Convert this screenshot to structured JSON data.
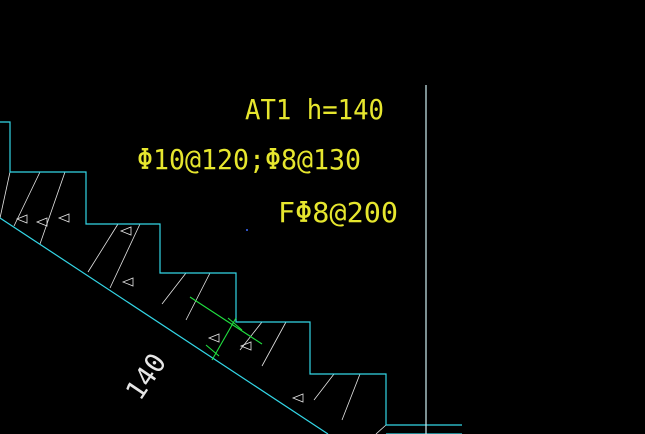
{
  "colors": {
    "background": "#000000",
    "structure_line": "#33d6e6",
    "hatch": "#e6e6e6",
    "text": "#e6e62e",
    "dimension": "#20e040",
    "dimension_text": "#e6e6e6"
  },
  "labels": {
    "stair_type": "AT1 h=140",
    "main_rebar": "Φ10@120;Φ8@130",
    "distribution_rebar": "FΦ8@200",
    "slab_thickness": "140"
  }
}
